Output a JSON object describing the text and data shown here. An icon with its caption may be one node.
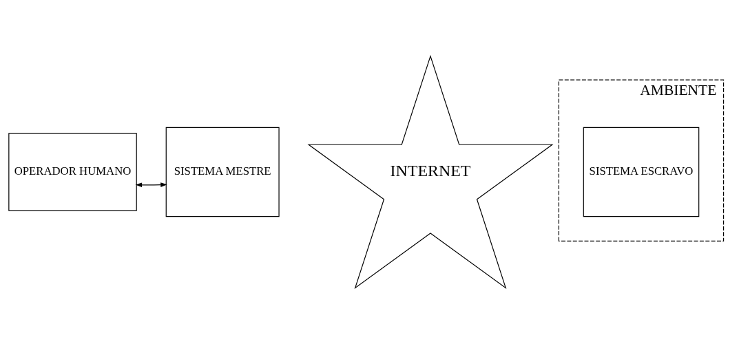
{
  "diagram": {
    "nodes": [
      {
        "text": [
          "OPERADOR HUMANO"
        ]
      },
      {
        "text": [
          "SISTEMA MESTRE"
        ]
      },
      {
        "text": [
          "INTERNET"
        ]
      },
      {
        "text": [
          "AMBIENTE"
        ]
      },
      {
        "text": [
          "SISTEMA ESCRAVO"
        ],
        "in": 3
      }
    ],
    "edges": [
      {
        "from": 0,
        "to": 1,
        "arrow": "both"
      }
    ]
  }
}
